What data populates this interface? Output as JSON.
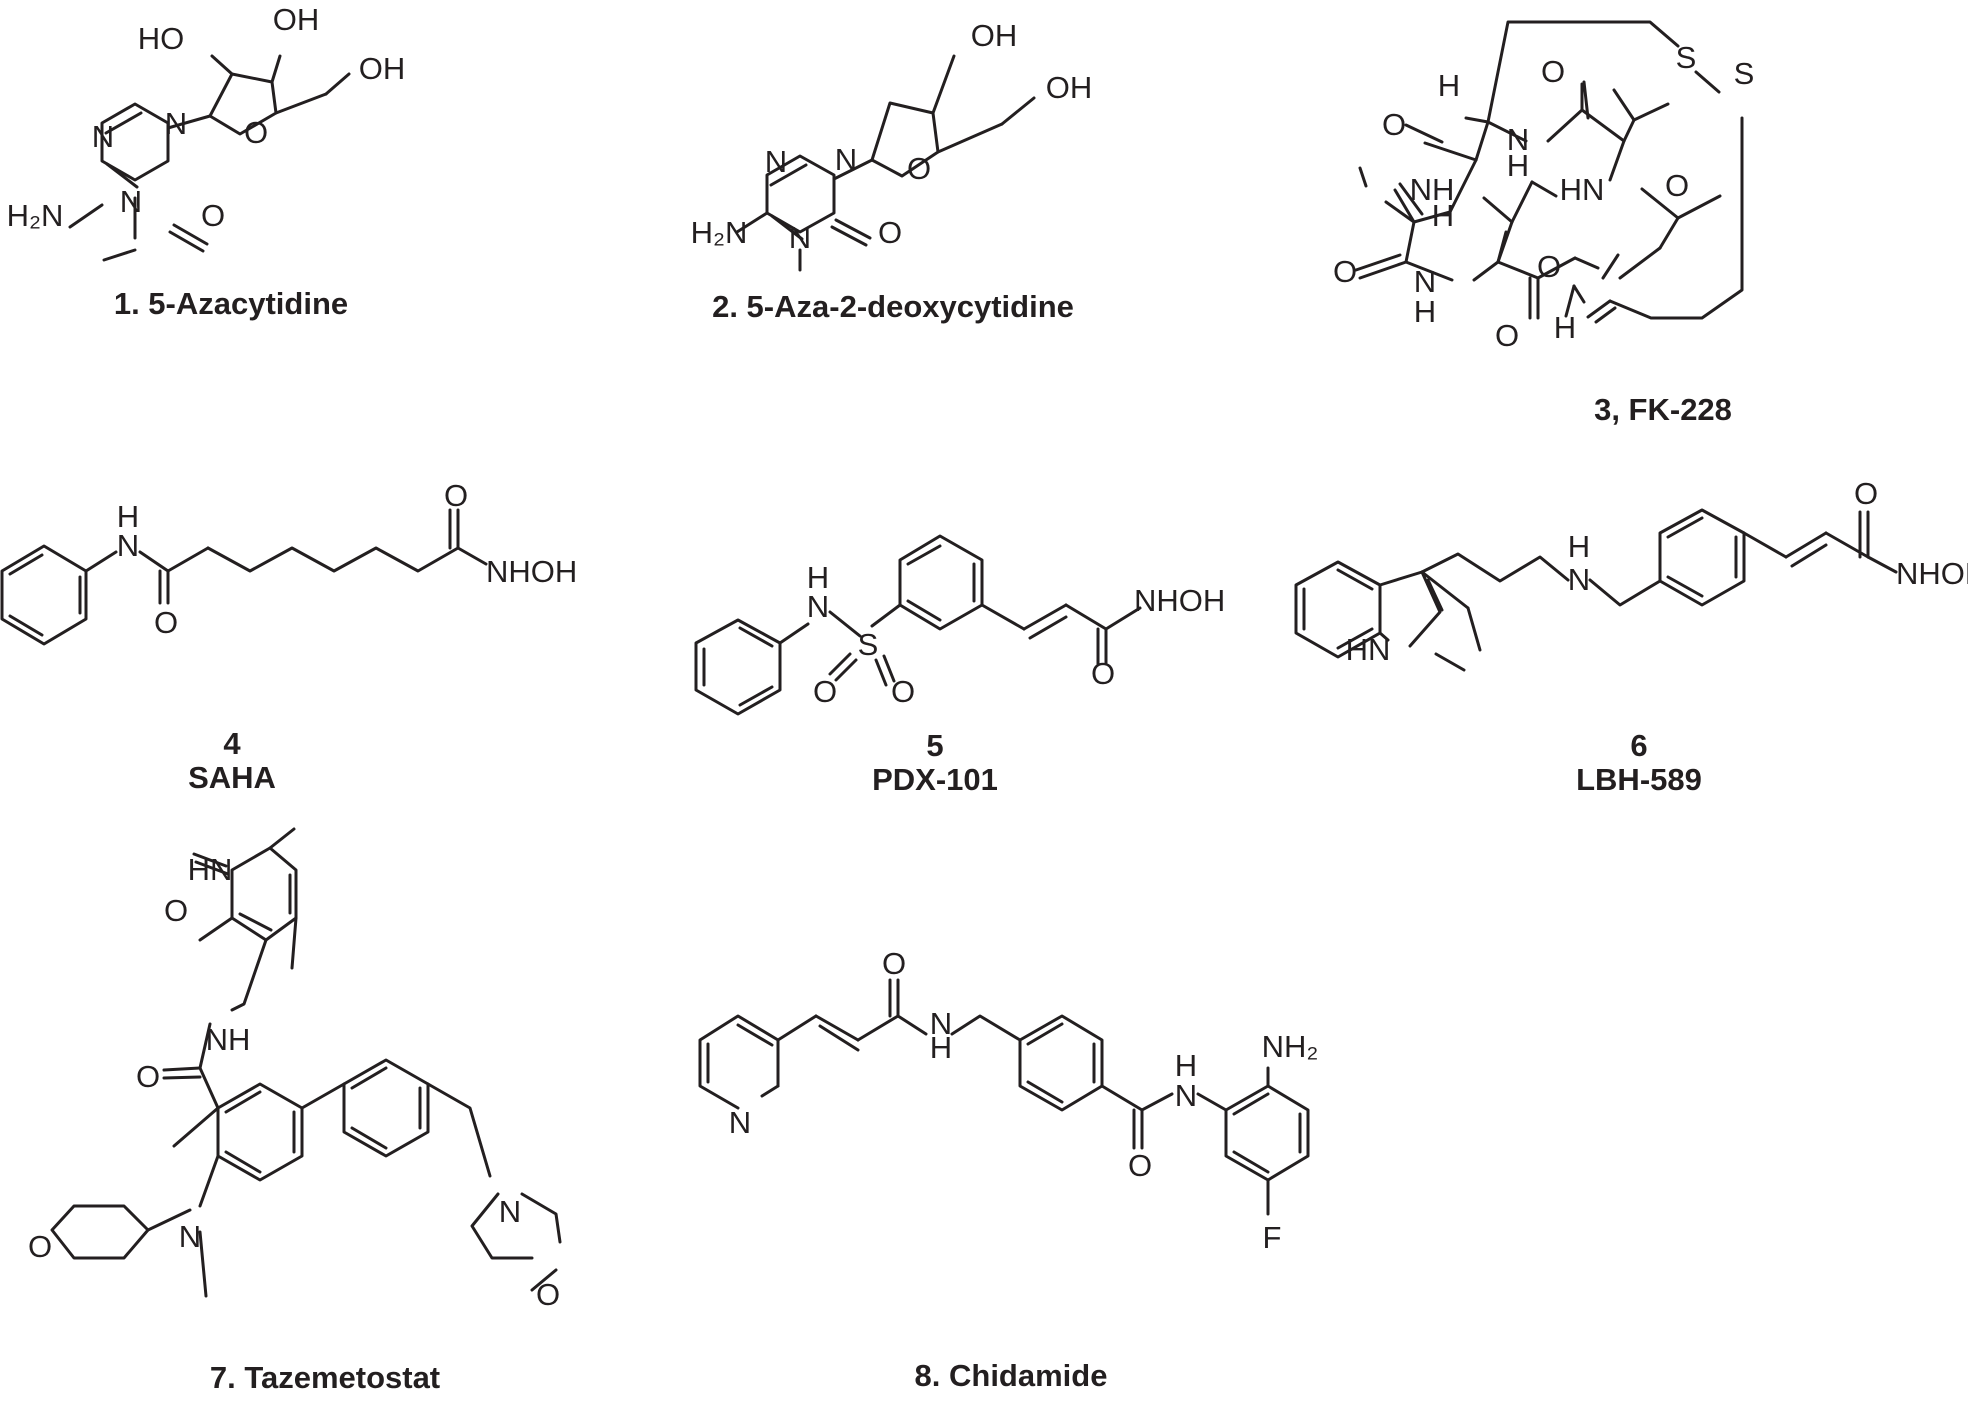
{
  "compounds": [
    {
      "id": "c1",
      "lines": [
        "1. 5-Azacytidine"
      ],
      "atoms": [
        {
          "t": "HO"
        },
        {
          "t": "OH"
        },
        {
          "t": "OH"
        },
        {
          "t": "O"
        },
        {
          "t": "N"
        },
        {
          "t": "N"
        },
        {
          "t": "N"
        },
        {
          "t": "H₂N"
        },
        {
          "t": "O"
        }
      ]
    },
    {
      "id": "c2",
      "lines": [
        "2. 5-Aza-2-deoxycytidine"
      ],
      "atoms": [
        {
          "t": "OH"
        },
        {
          "t": "OH"
        },
        {
          "t": "O"
        },
        {
          "t": "N"
        },
        {
          "t": "N"
        },
        {
          "t": "N"
        },
        {
          "t": "H₂N"
        },
        {
          "t": "O"
        }
      ]
    },
    {
      "id": "c3",
      "lines": [
        "3, FK-228"
      ],
      "atoms": [
        {
          "t": "S"
        },
        {
          "t": "S"
        },
        {
          "t": "H"
        },
        {
          "t": "O"
        },
        {
          "t": "O"
        },
        {
          "t": "N"
        },
        {
          "t": "H"
        },
        {
          "t": "NH"
        },
        {
          "t": "HN"
        },
        {
          "t": "O"
        },
        {
          "t": "H"
        },
        {
          "t": "O"
        },
        {
          "t": "N"
        },
        {
          "t": "H"
        },
        {
          "t": "O"
        },
        {
          "t": "O"
        },
        {
          "t": "H"
        }
      ]
    },
    {
      "id": "c4",
      "lines": [
        "4",
        "SAHA"
      ],
      "atoms": [
        {
          "t": "H"
        },
        {
          "t": "N"
        },
        {
          "t": "O"
        },
        {
          "t": "O"
        },
        {
          "t": "NHOH"
        }
      ]
    },
    {
      "id": "c5",
      "lines": [
        "5",
        "PDX-101"
      ],
      "atoms": [
        {
          "t": "H"
        },
        {
          "t": "N"
        },
        {
          "t": "S"
        },
        {
          "t": "O"
        },
        {
          "t": "O"
        },
        {
          "t": "NHOH"
        },
        {
          "t": "O"
        }
      ]
    },
    {
      "id": "c6",
      "lines": [
        "6",
        "LBH-589"
      ],
      "atoms": [
        {
          "t": "H"
        },
        {
          "t": "N"
        },
        {
          "t": "HN"
        },
        {
          "t": "O"
        },
        {
          "t": "NHOH"
        }
      ]
    },
    {
      "id": "c7",
      "lines": [
        "7. Tazemetostat"
      ],
      "atoms": [
        {
          "t": "HN"
        },
        {
          "t": "O"
        },
        {
          "t": "NH"
        },
        {
          "t": "O"
        },
        {
          "t": "O"
        },
        {
          "t": "N"
        },
        {
          "t": "N"
        },
        {
          "t": "O"
        }
      ]
    },
    {
      "id": "c8",
      "lines": [
        "8. Chidamide"
      ],
      "atoms": [
        {
          "t": "O"
        },
        {
          "t": "N"
        },
        {
          "t": "H"
        },
        {
          "t": "N"
        },
        {
          "t": "H"
        },
        {
          "t": "N"
        },
        {
          "t": "NH₂"
        },
        {
          "t": "O"
        },
        {
          "t": "F"
        }
      ]
    }
  ]
}
